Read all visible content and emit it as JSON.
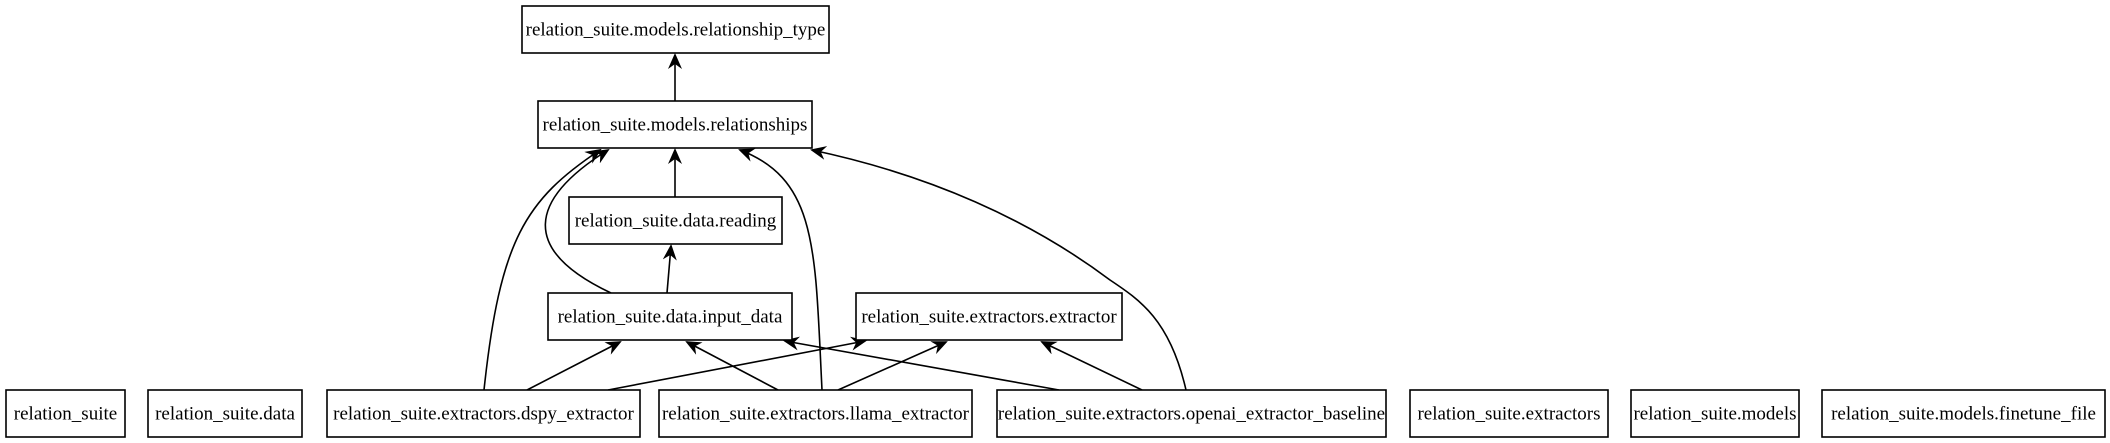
{
  "diagram": {
    "nodes": [
      {
        "id": "relationship_type",
        "label": "relation_suite.models.relationship_type"
      },
      {
        "id": "relationships",
        "label": "relation_suite.models.relationships"
      },
      {
        "id": "reading",
        "label": "relation_suite.data.reading"
      },
      {
        "id": "input_data",
        "label": "relation_suite.data.input_data"
      },
      {
        "id": "extractor",
        "label": "relation_suite.extractors.extractor"
      },
      {
        "id": "relation_suite",
        "label": "relation_suite"
      },
      {
        "id": "data",
        "label": "relation_suite.data"
      },
      {
        "id": "dspy_extractor",
        "label": "relation_suite.extractors.dspy_extractor"
      },
      {
        "id": "llama_extractor",
        "label": "relation_suite.extractors.llama_extractor"
      },
      {
        "id": "openai_extractor_baseline",
        "label": "relation_suite.extractors.openai_extractor_baseline"
      },
      {
        "id": "extractors",
        "label": "relation_suite.extractors"
      },
      {
        "id": "models",
        "label": "relation_suite.models"
      },
      {
        "id": "finetune_file",
        "label": "relation_suite.models.finetune_file"
      }
    ],
    "edges": [
      {
        "from": "relationships",
        "to": "relationship_type"
      },
      {
        "from": "reading",
        "to": "relationships"
      },
      {
        "from": "input_data",
        "to": "reading"
      },
      {
        "from": "input_data",
        "to": "relationships"
      },
      {
        "from": "dspy_extractor",
        "to": "relationships"
      },
      {
        "from": "dspy_extractor",
        "to": "input_data"
      },
      {
        "from": "dspy_extractor",
        "to": "extractor"
      },
      {
        "from": "llama_extractor",
        "to": "relationships"
      },
      {
        "from": "llama_extractor",
        "to": "input_data"
      },
      {
        "from": "llama_extractor",
        "to": "extractor"
      },
      {
        "from": "openai_extractor_baseline",
        "to": "relationships"
      },
      {
        "from": "openai_extractor_baseline",
        "to": "input_data"
      },
      {
        "from": "openai_extractor_baseline",
        "to": "extractor"
      }
    ]
  }
}
